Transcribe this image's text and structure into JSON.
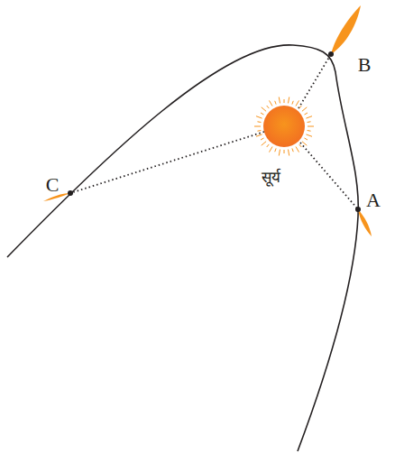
{
  "diagram": {
    "labels": [
      "B",
      "C",
      "A",
      "सूर्य"
    ]
  }
}
